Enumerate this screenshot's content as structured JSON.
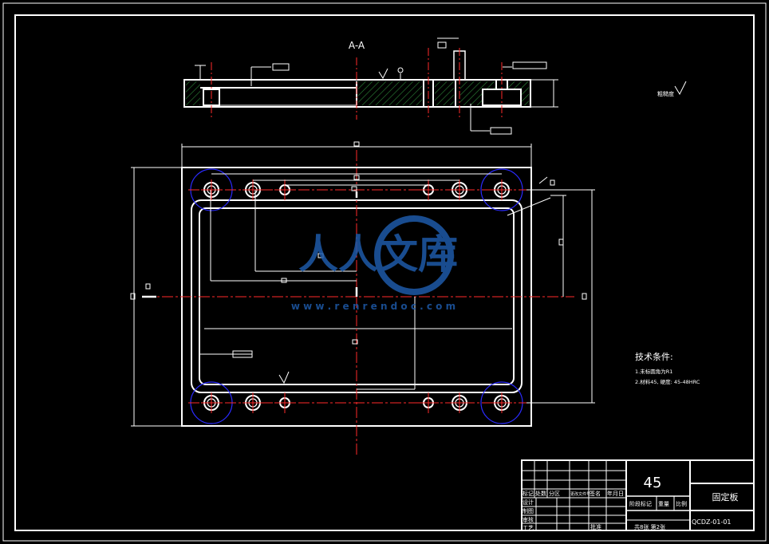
{
  "section_label": "A-A",
  "roughness_note": "粗糙度",
  "tech": {
    "title": "技术条件:",
    "line1": "1.未标圆角为R1",
    "line2": "2.材料45, 硬度: 45-48HRC"
  },
  "watermark": {
    "text": "人人文库",
    "url": "w w w . r e n r e n d o c . c o m"
  },
  "title_block": {
    "material": "45",
    "part_name": "固定板",
    "drawing_no": "QCDZ-01-01",
    "sheets": "共8张 第2张",
    "head": [
      "标记",
      "处数",
      "分区",
      "更改文件号",
      "签名",
      "年月日"
    ],
    "rows": [
      "设计",
      "制图",
      "审核",
      "工艺"
    ],
    "stage": "阶段标记",
    "weight": "重量",
    "scale": "比例",
    "approve": "批准"
  },
  "colors": {
    "line": "#ffffff",
    "center": "#ff2a2a",
    "hatch": "#2e8b3a",
    "circle": "#2b2bff",
    "watermark": "#1e5aa8"
  }
}
